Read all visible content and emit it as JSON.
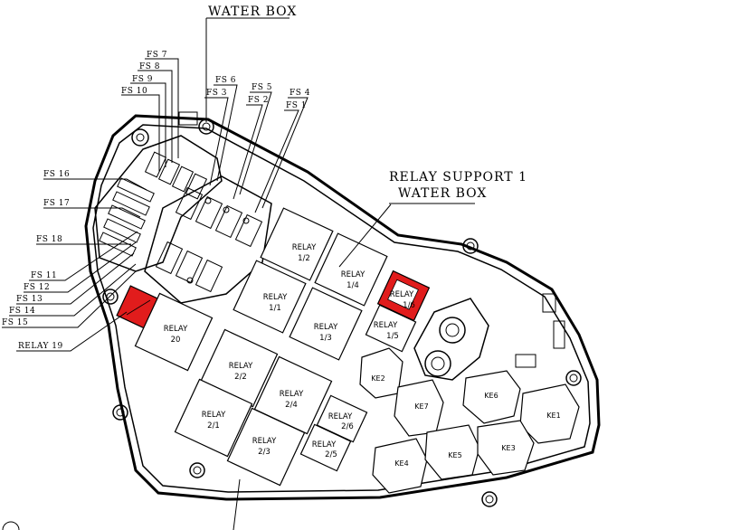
{
  "title_water_box": "WATER BOX",
  "relay_support_line1": "RELAY SUPPORT 1",
  "relay_support_line2": "WATER BOX",
  "fuse_labels": {
    "fs7": "FS 7",
    "fs8": "FS 8",
    "fs9": "FS 9",
    "fs10": "FS 10",
    "fs6": "FS 6",
    "fs3": "FS 3",
    "fs5": "FS 5",
    "fs2": "FS 2",
    "fs4": "FS 4",
    "fs1": "FS 1",
    "fs16": "FS 16",
    "fs17": "FS 17",
    "fs18": "FS 18",
    "fs11": "FS 11",
    "fs12": "FS 12",
    "fs13": "FS 13",
    "fs14": "FS 14",
    "fs15": "FS 15"
  },
  "relay19_label": "RELAY 19",
  "relays": {
    "r12": [
      "RELAY",
      "1/2"
    ],
    "r14": [
      "RELAY",
      "1/4"
    ],
    "r11": [
      "RELAY",
      "1/1"
    ],
    "r13": [
      "RELAY",
      "1/3"
    ],
    "r16": [
      "RELAY",
      "1/6"
    ],
    "r15": [
      "RELAY",
      "1/5"
    ],
    "r20": [
      "RELAY",
      "20"
    ],
    "r22": [
      "RELAY",
      "2/2"
    ],
    "r24": [
      "RELAY",
      "2/4"
    ],
    "r21": [
      "RELAY",
      "2/1"
    ],
    "r23": [
      "RELAY",
      "2/3"
    ],
    "r26": [
      "RELAY",
      "2/6"
    ],
    "r25": [
      "RELAY",
      "2/5"
    ]
  },
  "connectors": {
    "ke1": "KE1",
    "ke2": "KE2",
    "ke3": "KE3",
    "ke4": "KE4",
    "ke5": "KE5",
    "ke6": "KE6",
    "ke7": "KE7"
  },
  "colors": {
    "highlight": "#e11c1c",
    "line": "#000000"
  }
}
